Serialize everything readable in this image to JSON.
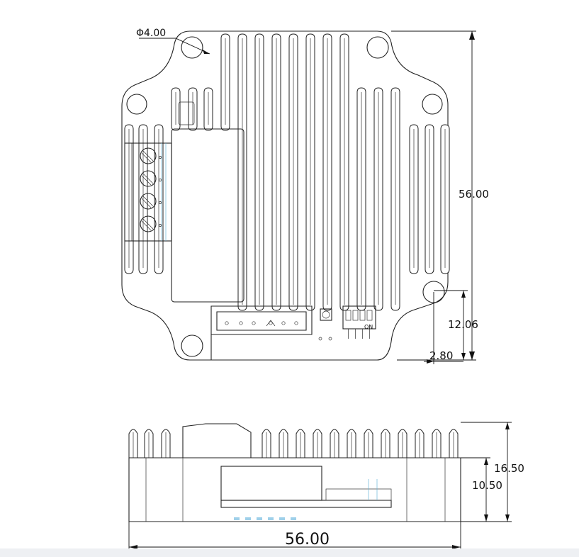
{
  "top_view": {
    "hole_diameter_label": "Φ4.00",
    "height_label": "56.00",
    "hole_offset_y_label": "12.06",
    "hole_offset_x_label": "2.80"
  },
  "side_view": {
    "total_height_label": "16.50",
    "body_height_label": "10.50",
    "width_label": "56.00"
  }
}
